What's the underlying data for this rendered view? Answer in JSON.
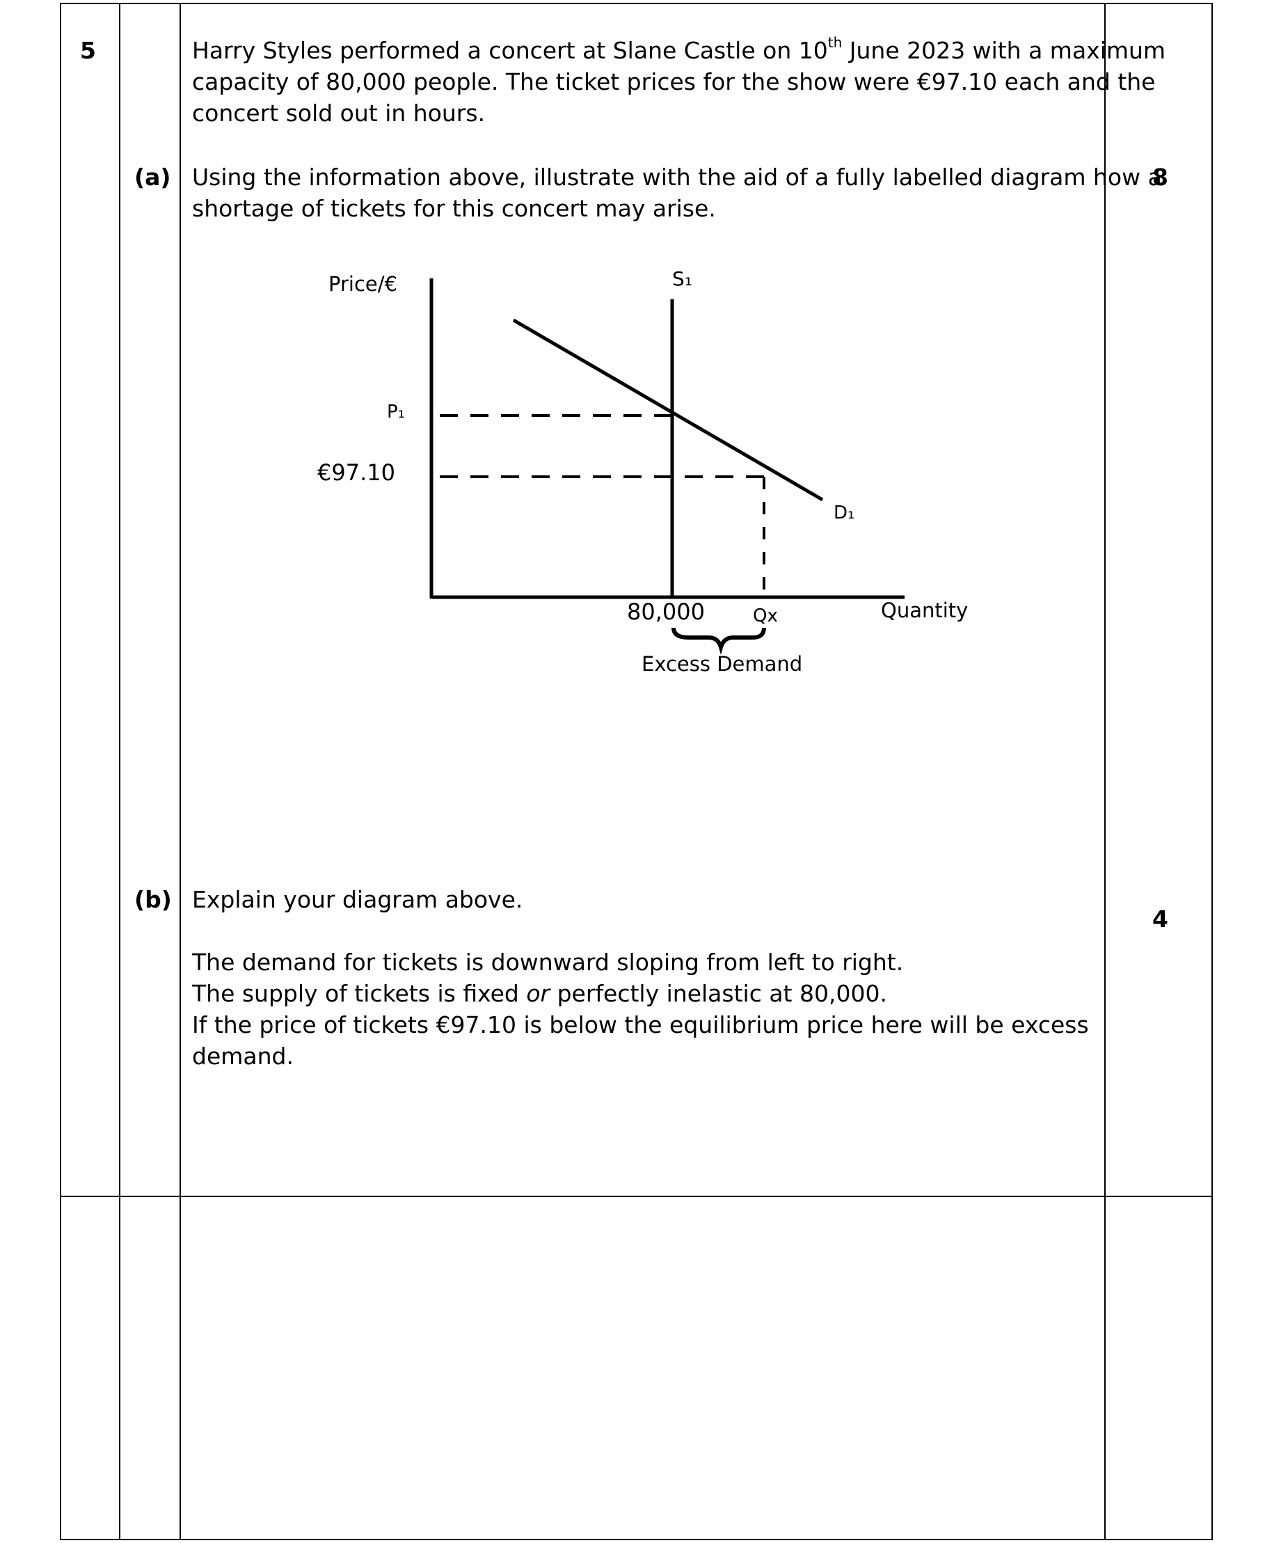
{
  "question": {
    "number": "5",
    "intro_line1_before": "Harry Styles performed a concert at Slane Castle on 10",
    "intro_sup": "th",
    "intro_line1_after": " June 2023 with a maximum",
    "intro_line2": "capacity of 80,000 people. The ticket prices for the show were €97.10 each and the",
    "intro_line3": "concert sold out in hours."
  },
  "part_a": {
    "label": "(a)",
    "marks": "8",
    "line1": "Using the information above, illustrate with the aid of a fully labelled diagram how a",
    "line2": "shortage of tickets for this concert may arise."
  },
  "diagram": {
    "y_axis_label": "Price/€",
    "x_axis_label": "Quantity",
    "supply_label": "S₁",
    "demand_label": "D₁",
    "p1_label": "P₁",
    "price_label": "€97.10",
    "q_fixed_label": "80,000",
    "qx_label": "Qx",
    "excess_label": "Excess Demand"
  },
  "part_b": {
    "label": "(b)",
    "marks": "4",
    "line1": "Explain your diagram above.",
    "answer1": "The demand for tickets is downward sloping from left to right.",
    "answer2_before": "The supply of tickets is fixed ",
    "answer2_em": "or",
    "answer2_after": " perfectly inelastic at 80,000.",
    "answer3": "If the price of tickets €97.10  is below the equilibrium price  here will be excess",
    "answer4": "demand."
  }
}
